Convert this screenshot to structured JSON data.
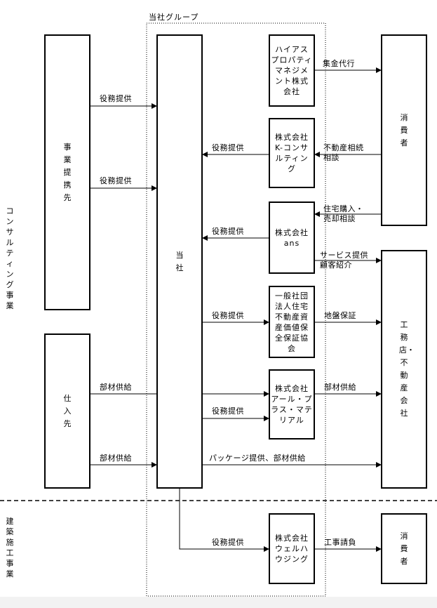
{
  "group_title": "当社グループ",
  "sections": {
    "consulting": "コンサルティング事業",
    "construction": "建築施工事業"
  },
  "nodes": {
    "business_partner": "事業提携先",
    "supplier": "仕入先",
    "company": "当社",
    "hyas_pm": "ハイアス\nプロパティ\nマネジメ\nント株式\n会社",
    "k_consulting": "株式会社\nK-コンサ\nルティン\nグ",
    "ans": "株式会社\nans",
    "association": "一般社団\n法人住宅\n不動産資\n産価値保\n全保証協\n会",
    "r_plus": "株式会社\nアール・プ\nラス・マテ\nリアル",
    "wellhousing": "株式会社\nウェルハ\nウジング",
    "consumer_top": "消費者",
    "builders": "工務店・不動産会社",
    "consumer_bottom": "消費者"
  },
  "edges": {
    "service1": "役務提供",
    "service2": "役務提供",
    "collection": "集金代行",
    "service_k": "役務提供",
    "inheritance": "不動産相続\n相談",
    "housing": "住宅購入・\n売却相談",
    "service_ans": "役務提供",
    "service_intro": "サービス提供\n顧客紹介",
    "service_assoc": "役務提供",
    "ground": "地盤保証",
    "materials1": "部材供給",
    "materials_r": "部材供給",
    "service_r": "役務提供",
    "materials2": "部材供給",
    "package": "パッケージ提供、部材供給",
    "service_well": "役務提供",
    "construction_contract": "工事請負"
  }
}
